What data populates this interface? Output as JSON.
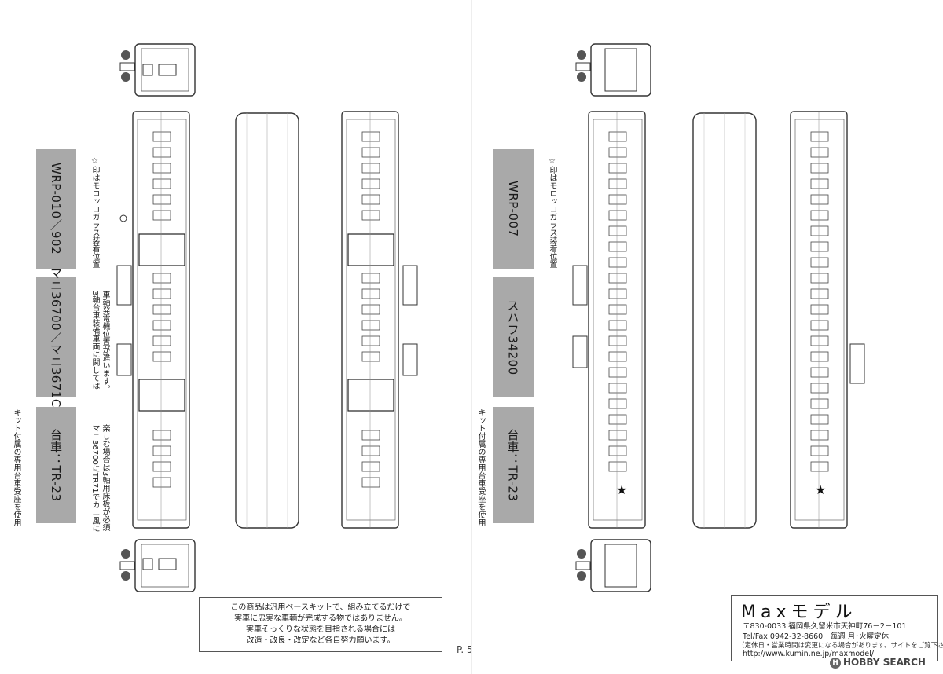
{
  "left_page": {
    "model_label": "WRP-010／902",
    "car_label": "マニ36700／マニ3671C",
    "bogie_label": "台車：TR-23",
    "note_glass": "☆印はモロッコガラス装着位置",
    "note_bogie": "キット付属の専用台車受座を使用",
    "note_car_line1": "3軸台車装備車両に関しては",
    "note_car_line2": "車軸発電機位置が違います。",
    "note_car_line3": "マニ36700にTR71でカニ風に",
    "note_car_line4": "楽しむ場合は3軸用床板が必須"
  },
  "right_page": {
    "model_label": "WRP-007",
    "car_label": "スハフ34200",
    "bogie_label": "台車：TR-23",
    "note_glass": "☆印はモロッコガラス装着位置",
    "note_bogie": "キット付属の専用台車受座を使用"
  },
  "notice": {
    "line1": "この商品は汎用ベースキットで、組み立てるだけで",
    "line2": "実車に忠実な車輌が完成する物ではありません。",
    "line3": "実車そっくりな状態を目指される場合には",
    "line4": "改造・改良・改定など各自努力願います。"
  },
  "page_number": "P. 5",
  "maker": {
    "name": "Maxモデル",
    "address": "〒830-0033 福岡県久留米市天神町76－2－101",
    "tel": "Tel/Fax 0942-32-8660　毎週 月･火曜定休",
    "note": "（定休日・営業時間は変更になる場合があります。サイトをご覧下さい）",
    "url": "http://www.kumin.ne.jp/maxmodel/"
  },
  "watermark": "HOBBY SEARCH",
  "icons": [
    "star-icon",
    "hobby-search-logo-icon"
  ],
  "colors": {
    "label_box": "#a9a9a9",
    "line": "#333333",
    "background": "#ffffff"
  }
}
